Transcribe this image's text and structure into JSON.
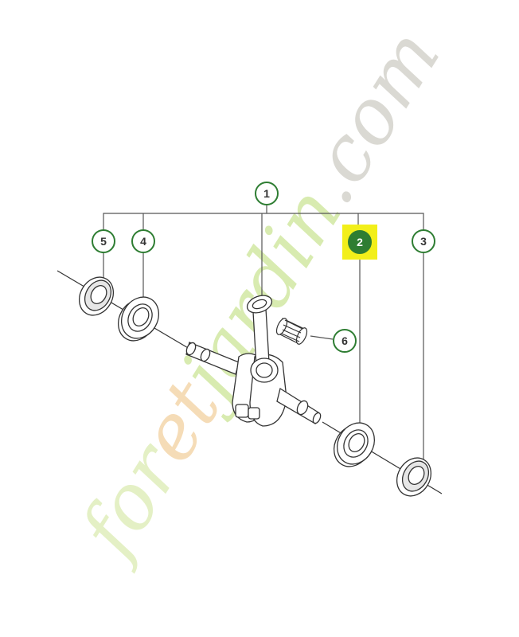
{
  "watermark": {
    "text_parts": [
      "for",
      "et",
      "jardin",
      ".com"
    ],
    "colors": {
      "for": "#e2efbf",
      "et": "#f5d9b0",
      "jardin": "#d4e9a8",
      "com": "#d7d5cf"
    }
  },
  "callouts": [
    {
      "number": "1",
      "highlighted": false
    },
    {
      "number": "2",
      "highlighted": true
    },
    {
      "number": "3",
      "highlighted": false
    },
    {
      "number": "4",
      "highlighted": false
    },
    {
      "number": "5",
      "highlighted": false
    },
    {
      "number": "6",
      "highlighted": false
    }
  ],
  "colors": {
    "callout_ring": "#2e7d32",
    "callout_fill_highlight": "#2e7d32",
    "highlight_box": "#f2ef1a",
    "line": "#555555",
    "part_stroke": "#333333"
  }
}
